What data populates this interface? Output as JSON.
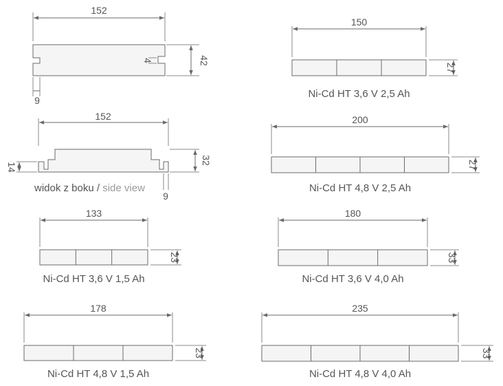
{
  "views": {
    "top": {
      "length": "152",
      "height": "42",
      "slot": "4",
      "offset": "9"
    },
    "side": {
      "length": "152",
      "left_height": "14",
      "height": "32",
      "offset": "9",
      "caption_main": "widok z boku /",
      "caption_alt": "side view"
    }
  },
  "packs": [
    {
      "length": "150",
      "height": "27",
      "cells": 3,
      "caption": "Ni-Cd HT 3,6 V 2,5 Ah"
    },
    {
      "length": "200",
      "height": "27",
      "cells": 4,
      "caption": "Ni-Cd HT 4,8 V 2,5 Ah"
    },
    {
      "length": "133",
      "height": "23",
      "cells": 3,
      "caption": "Ni-Cd HT 3,6 V 1,5 Ah"
    },
    {
      "length": "180",
      "height": "33",
      "cells": 3,
      "caption": "Ni-Cd HT 3,6 V 4,0 Ah"
    },
    {
      "length": "178",
      "height": "23",
      "cells": 3,
      "caption": "Ni-Cd HT 4,8 V 1,5 Ah"
    },
    {
      "length": "235",
      "height": "33",
      "cells": 4,
      "caption": "Ni-Cd HT 4,8 V 4,0 Ah"
    }
  ]
}
